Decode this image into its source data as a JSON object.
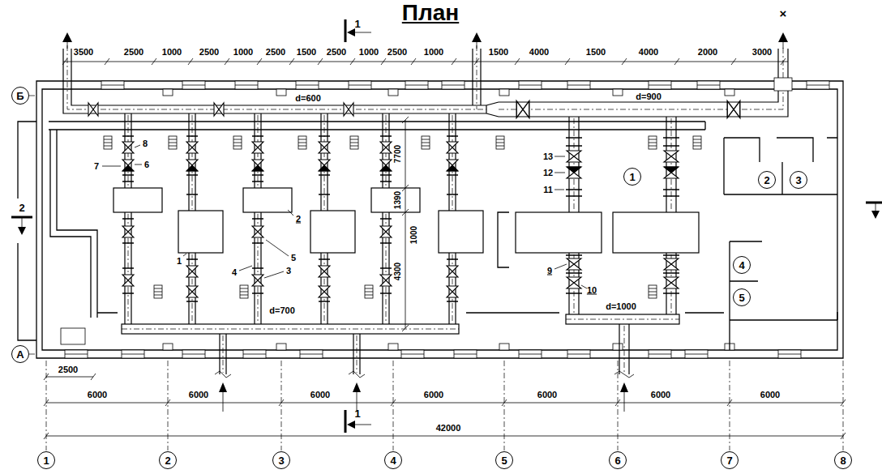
{
  "diagram": {
    "title": "План",
    "nodes": [
      {
        "text": [
          "Б"
        ]
      },
      {
        "text": [
          "1"
        ]
      },
      {
        "text": [
          "2"
        ]
      },
      {
        "text": [
          "3"
        ]
      },
      {
        "text": [
          "4"
        ]
      },
      {
        "text": [
          "5"
        ]
      },
      {
        "text": [
          "А"
        ]
      },
      {
        "text": [
          "1"
        ]
      },
      {
        "text": [
          "2"
        ]
      },
      {
        "text": [
          "3"
        ]
      },
      {
        "text": [
          "4"
        ]
      },
      {
        "text": [
          "5"
        ]
      },
      {
        "text": [
          "6"
        ]
      },
      {
        "text": [
          "7"
        ]
      },
      {
        "text": [
          "8"
        ]
      }
    ],
    "labels": [
      "×",
      "1",
      "3500",
      "2500",
      "1000",
      "2500",
      "1000",
      "2500",
      "1500",
      "2500",
      "1000",
      "2500",
      "1000",
      "1500",
      "4000",
      "1500",
      "4000",
      "2000",
      "3000",
      "d=600",
      "d=900",
      "8",
      "7",
      "6",
      "13",
      "12",
      "11",
      "7700",
      "1390",
      "2",
      "1000",
      "1",
      "5",
      "4",
      "3",
      "9",
      "10",
      "2",
      "4300",
      "d=700",
      "d=1000",
      "2500",
      "6000",
      "6000",
      "6000",
      "6000",
      "6000",
      "6000",
      "6000",
      "1",
      "42000"
    ]
  }
}
